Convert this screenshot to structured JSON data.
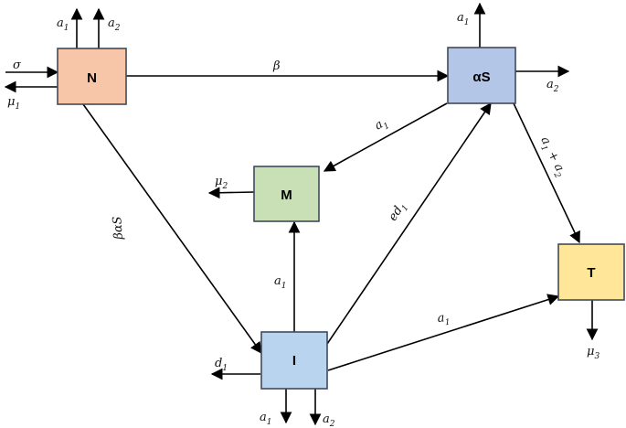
{
  "nodes": {
    "N": {
      "label": "N",
      "fill": "#f7c5a8"
    },
    "S": {
      "label": "αS",
      "fill": "#b4c6e7"
    },
    "M": {
      "label": "M",
      "fill": "#c9e0b7"
    },
    "T": {
      "label": "T",
      "fill": "#ffe699"
    },
    "I": {
      "label": "I",
      "fill": "#b9d4ee"
    }
  },
  "stroke_color": "#404a5c",
  "edges": {
    "sigma": "σ",
    "mu1": "μ1",
    "N_a1": "a1",
    "N_a2": "a2",
    "beta": "β",
    "S_a1_up": "a1",
    "S_a2": "a2",
    "S_to_M": "a1",
    "S_to_T": "a1 + a2",
    "mu2": "μ2",
    "N_to_I": "βαS",
    "I_to_S": "ed1",
    "I_to_M": "a1",
    "I_to_T": "a1",
    "mu3": "μ3",
    "d1": "d1",
    "I_a1": "a1",
    "I_a2": "a2"
  }
}
